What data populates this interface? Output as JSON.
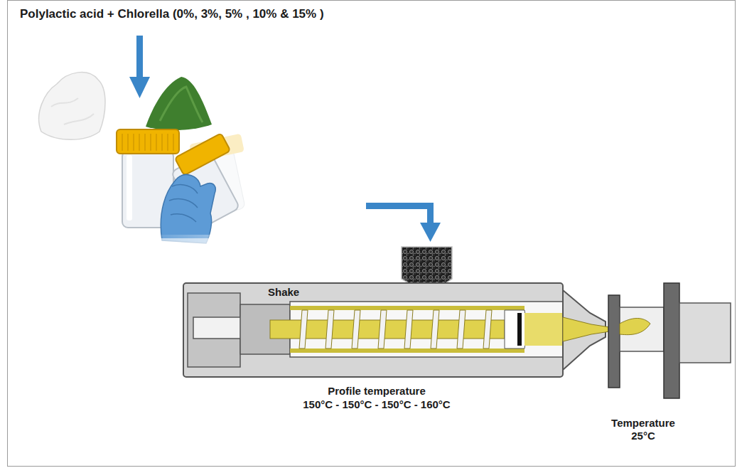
{
  "diagram": {
    "labels": [
      "Polylactic acid + Chlorella (0%, 3%, 5% , 10% & 15% )",
      "Shake",
      "Profile temperature",
      "150°C - 150°C - 150°C - 160°C",
      "Temperature 25°C"
    ]
  }
}
